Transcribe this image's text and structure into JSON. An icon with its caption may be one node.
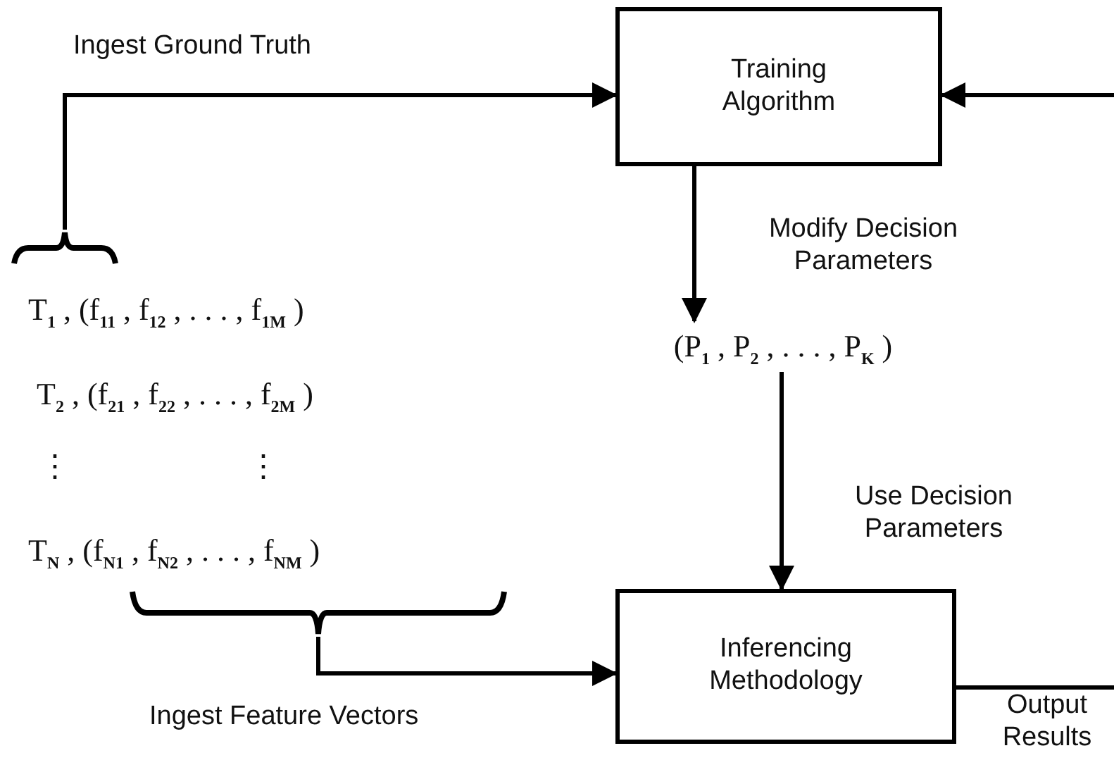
{
  "diagram": {
    "nodes": [
      {
        "text": [
          "Training Algorithm"
        ]
      },
      {
        "text": [],
        "shape": "bracket"
      },
      {
        "text": [
          "(P$_{1}$ , P$_{2}$ , . . . , P$_{K}$ )"
        ]
      },
      {
        "text": [],
        "shape": "bracket"
      },
      {
        "text": [
          "Inferencing Methodology"
        ]
      }
    ],
    "edges": [
      {
        "from": 1,
        "to": 0,
        "arrow": "to",
        "label": "Ingest Ground Truth"
      },
      {
        "from": null,
        "to": 0,
        "arrow": "to"
      },
      {
        "from": 0,
        "to": 2,
        "arrow": "to",
        "label": "Modify Decision Parameters"
      },
      {
        "from": 2,
        "to": 4,
        "arrow": "to",
        "label": "Use Decision Parameters"
      },
      {
        "from": 3,
        "to": 4,
        "arrow": "to",
        "label": "Ingest Feature Vectors"
      },
      {
        "from": 4,
        "to": null,
        "arrow": "none",
        "label": "Output Results"
      }
    ],
    "labels": [
      "T$_{1}$ , (f$_{11}$ , f$_{12}$ , . . . , f$_{1M}$ )",
      "T$_{2}$ , (f$_{21}$ , f$_{22}$ , . . . , f$_{2M}$ )",
      "⋮",
      "⋮",
      "T$_{N}$ , (f$_{N1}$ , f$_{N2}$ , . . . , f$_{NM}$ )"
    ]
  }
}
